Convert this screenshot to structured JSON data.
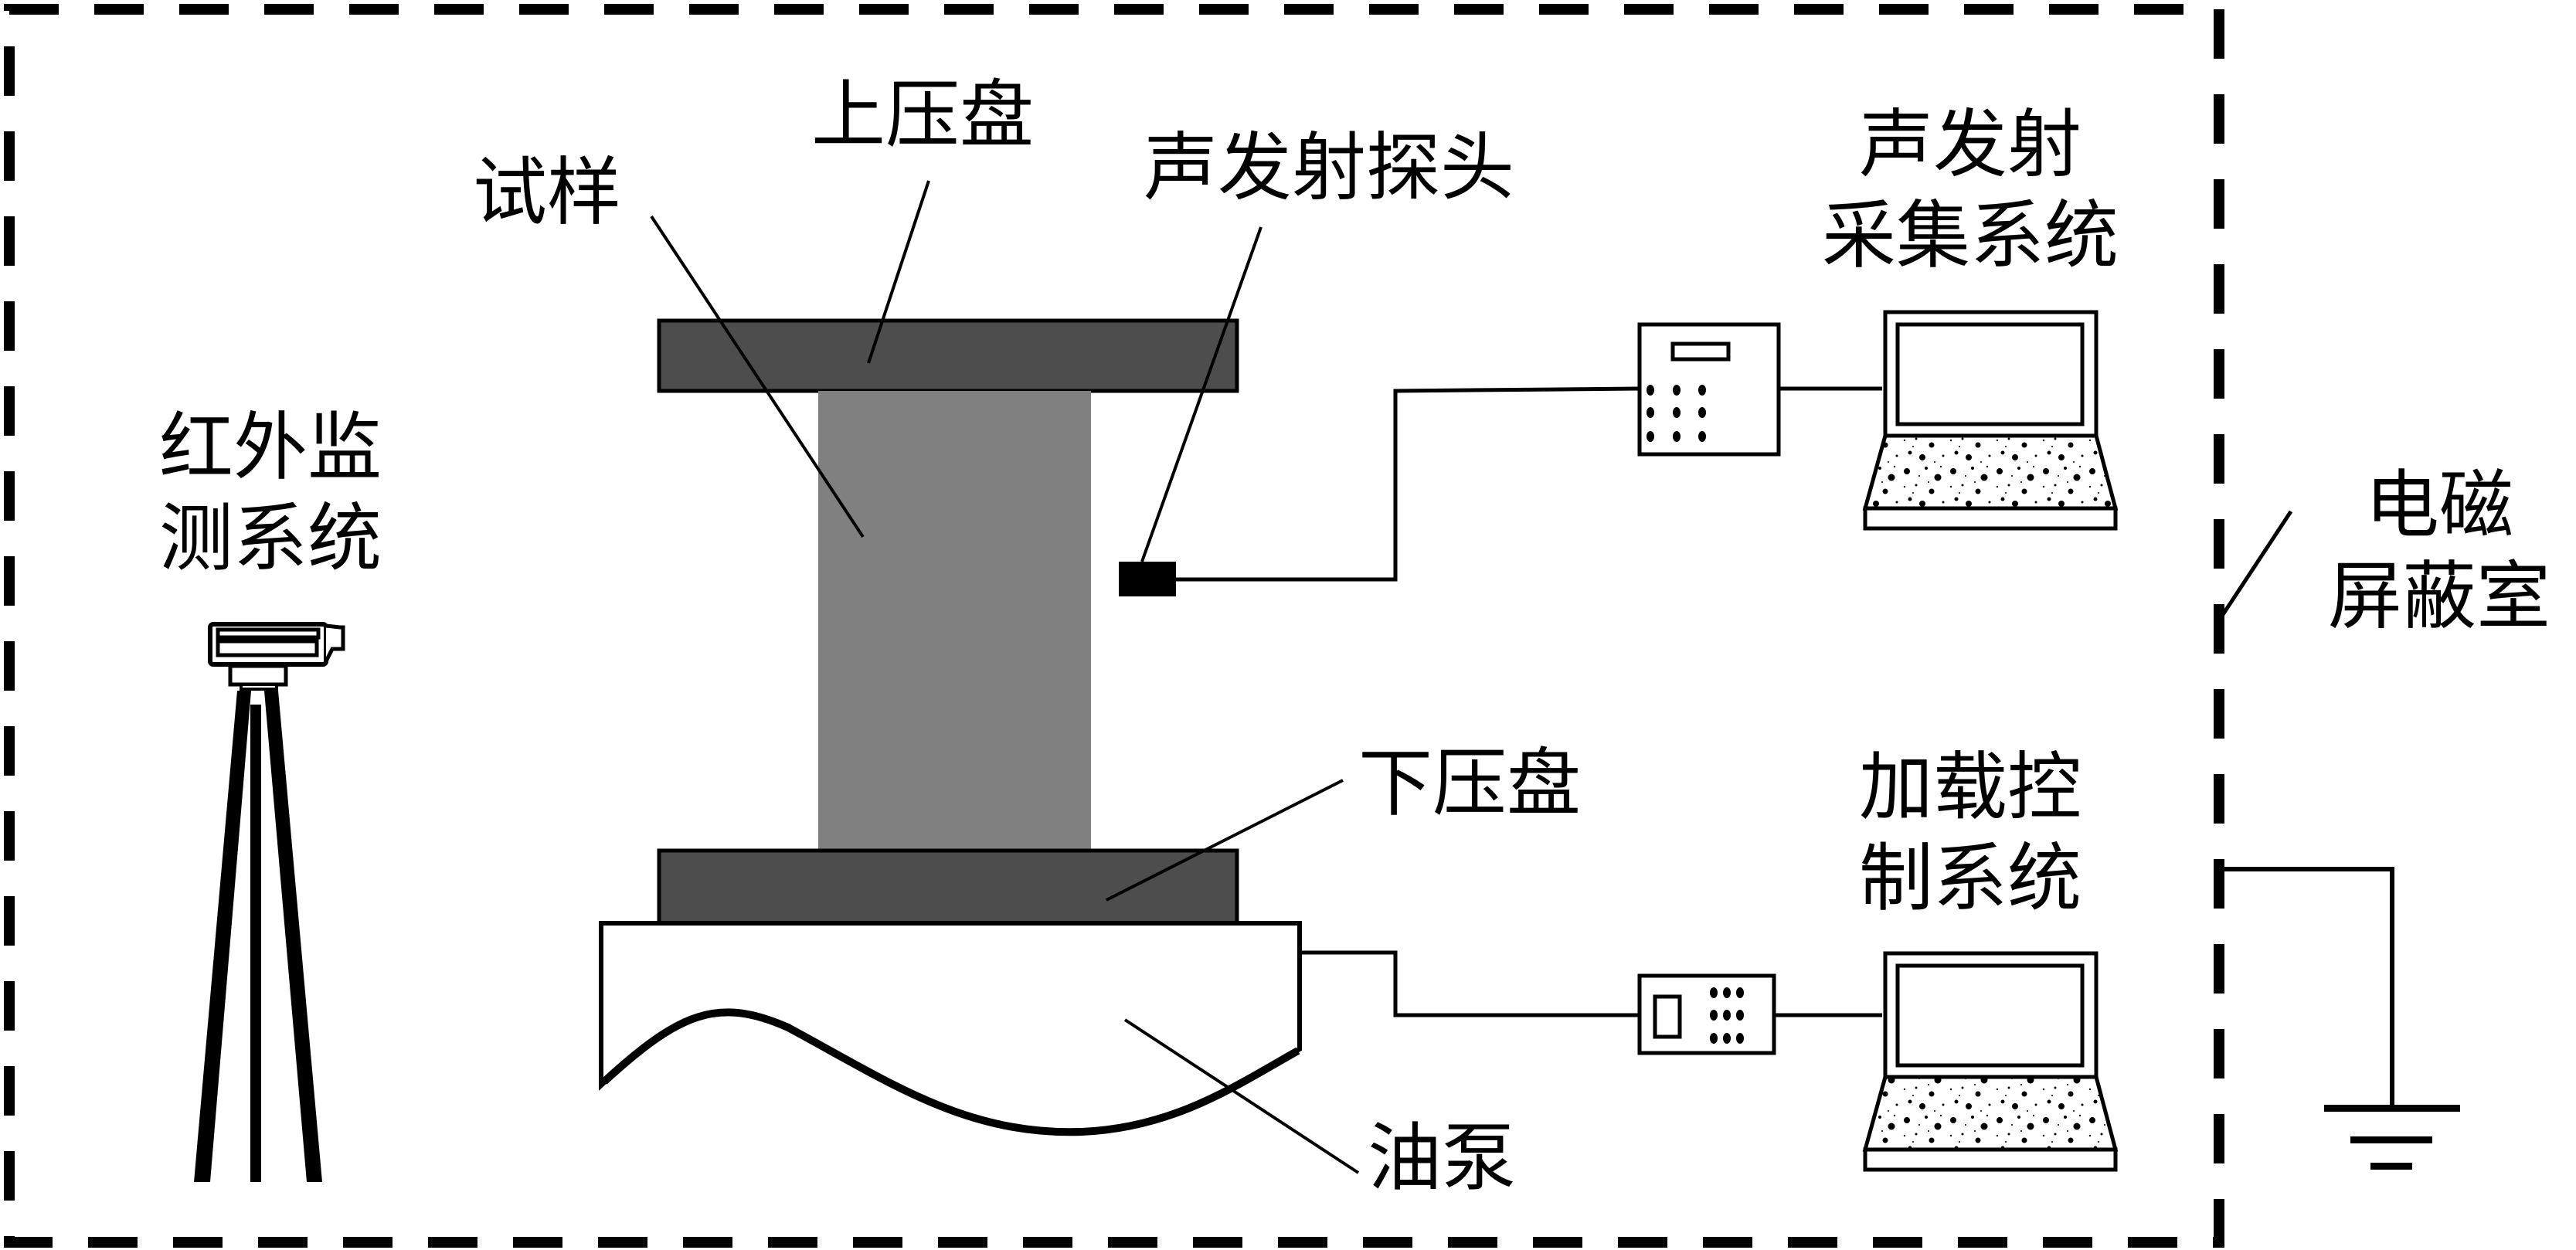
{
  "title": "电磁屏蔽室内实验系统示意图",
  "colors": {
    "line": "#000000",
    "platen": "#4d4d4d",
    "specimen": "#808080",
    "background": "#ffffff"
  },
  "labels": {
    "specimen": "试样",
    "upper_platen": "上压盘",
    "ae_probe": "声发射探头",
    "ae_system_line1": "声发射",
    "ae_system_line2": "采集系统",
    "infrared_line1": "红外监",
    "infrared_line2": "测系统",
    "shield_line1": "电磁",
    "shield_line2": "屏蔽室",
    "lower_platen": "下压盘",
    "loading_line1": "加载控",
    "loading_line2": "制系统",
    "oil_pump": "油泵"
  },
  "components": [
    {
      "id": "infrared-camera",
      "name": "红外监测系统"
    },
    {
      "id": "upper-platen",
      "name": "上压盘"
    },
    {
      "id": "specimen",
      "name": "试样"
    },
    {
      "id": "lower-platen",
      "name": "下压盘"
    },
    {
      "id": "oil-pump",
      "name": "油泵"
    },
    {
      "id": "ae-probe",
      "name": "声发射探头"
    },
    {
      "id": "ae-amplifier",
      "name": "声发射采集系统"
    },
    {
      "id": "ae-laptop",
      "name": "声发射采集系统"
    },
    {
      "id": "load-controller",
      "name": "加载控制系统"
    },
    {
      "id": "load-laptop",
      "name": "加载控制系统"
    },
    {
      "id": "ground",
      "name": "接地"
    },
    {
      "id": "shield-room",
      "name": "电磁屏蔽室"
    }
  ]
}
